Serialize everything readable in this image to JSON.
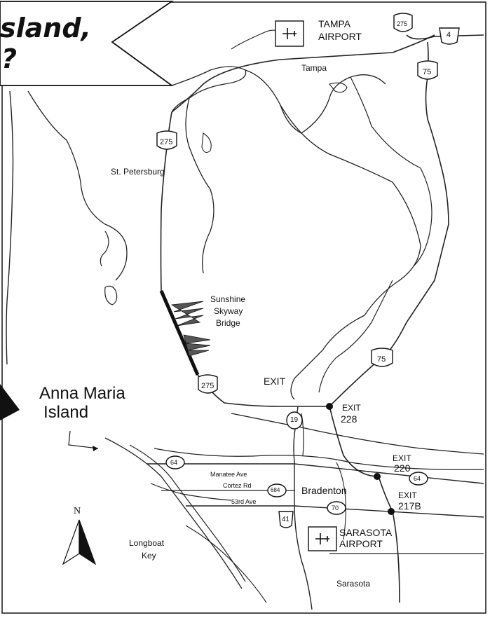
{
  "title": {
    "line1": "sland,",
    "line2": "?"
  },
  "places": {
    "tampa_airport_line1": "TAMPA",
    "tampa_airport_line2": "AIRPORT",
    "tampa": "Tampa",
    "st_petersburg": "St. Petersburg",
    "sunshine_line1": "Sunshine",
    "sunshine_line2": "Skyway",
    "sunshine_line3": "Bridge",
    "anna_maria_line1": "Anna Maria",
    "anna_maria_line2": "Island",
    "bradenton": "Bradenton",
    "sarasota_airport_line1": "SARASOTA",
    "sarasota_airport_line2": "AIRPORT",
    "longboat_line1": "Longboat",
    "longboat_line2": "Key",
    "sarasota": "Sarasota",
    "north": "N"
  },
  "streets": {
    "manatee": "Manatee Ave",
    "cortez": "Cortez Rd",
    "fifty_third": "53rd Ave"
  },
  "exits": {
    "exit_top": "EXIT",
    "exit_228_label": "EXIT",
    "exit_228_num": "228",
    "exit_220_label": "EXIT",
    "exit_220_num": "220",
    "exit_217_label": "EXIT",
    "exit_217_num": "217B"
  },
  "shields": {
    "i275_top": "275",
    "us4": "4",
    "i75_top": "75",
    "i275_mid": "275",
    "i275_bridge": "275",
    "i75_mid": "75",
    "sr19": "19",
    "sr64_west": "64",
    "sr684": "684",
    "sr64_east": "64",
    "sr70": "70",
    "us41": "41"
  }
}
